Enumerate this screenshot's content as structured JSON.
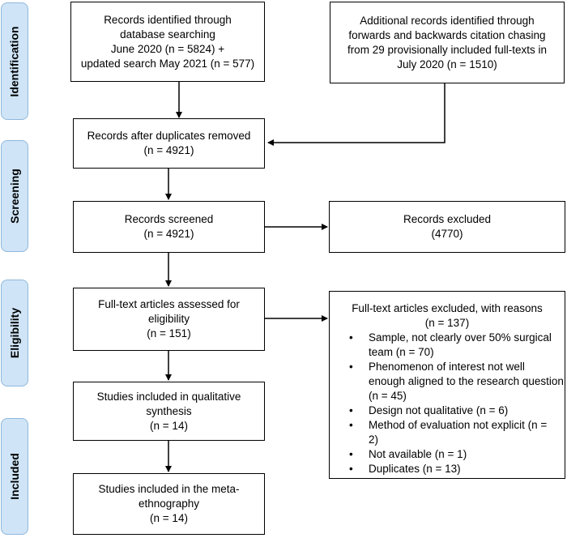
{
  "stages": [
    "Identification",
    "Screening",
    "Eligibility",
    "Included"
  ],
  "boxes": {
    "database": [
      "Records identified through",
      "database searching",
      "June 2020 (n = 5824) +",
      "updated search May 2021 (n = 577)"
    ],
    "additional": [
      "Additional records identified through",
      "forwards and backwards citation chasing",
      "from 29 provisionally included full-texts in",
      "July 2020 (n = 1510)"
    ],
    "duplicates_removed": [
      "Records after duplicates removed",
      "(n = 4921)"
    ],
    "screened": [
      "Records screened",
      "(n = 4921)"
    ],
    "excluded": [
      "Records excluded",
      "(4770)"
    ],
    "fulltext": [
      "Full-text articles assessed for",
      "eligibility",
      "(n = 151)"
    ],
    "qualitative": [
      "Studies included in qualitative",
      "synthesis",
      "(n = 14)"
    ],
    "meta": [
      "Studies included in the meta-",
      "ethnography",
      "(n = 14)"
    ]
  },
  "fulltext_excluded": {
    "heading": [
      "Full-text articles excluded, with reasons",
      "(n = 137)"
    ],
    "reasons": [
      [
        "Sample, not clearly over 50% surgical",
        "team (n = 70)"
      ],
      [
        "Phenomenon of interest not well",
        "enough aligned to the research question",
        "(n = 45)"
      ],
      [
        "Design not qualitative (n = 6)"
      ],
      [
        "Method of evaluation not explicit (n = 2)"
      ],
      [
        "Not available (n = 1)"
      ],
      [
        "Duplicates (n = 13)"
      ]
    ]
  }
}
